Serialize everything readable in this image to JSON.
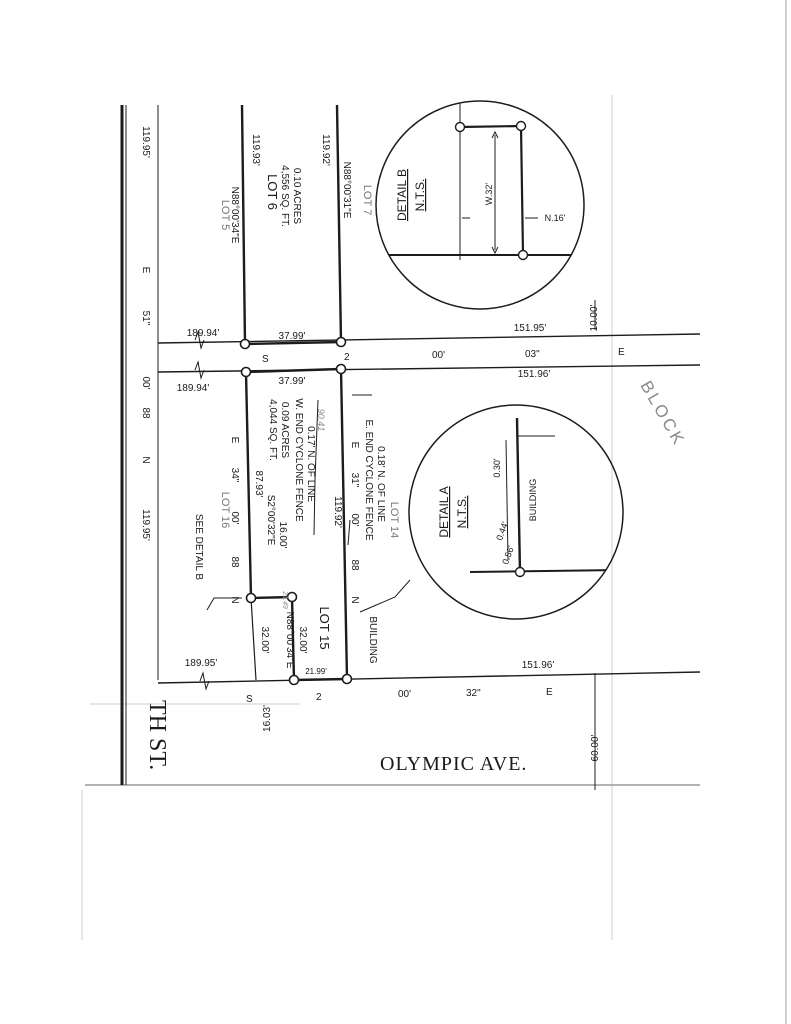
{
  "streets": {
    "olympic": "OLYMPIC AVE.",
    "side": "TH ST."
  },
  "top_bearing": {
    "n": "N",
    "deg": "88",
    "min": "00'",
    "sec": "51\"",
    "e": "E"
  },
  "top_lengths": {
    "west": "119.95'",
    "east": "119.95'"
  },
  "line_a": {
    "left": "189.94'",
    "mid": "37.99'",
    "right": "151.95'"
  },
  "line_b": {
    "left": "189.94'",
    "mid": "37.99'",
    "right": "151.96'"
  },
  "line_b_bearing": {
    "s": "S",
    "deg": "2",
    "min": "00'",
    "sec": "03\"",
    "e": "E"
  },
  "line_c": {
    "left": "189.95'",
    "mid": "21.99'",
    "right": "151.96'"
  },
  "line_c_bearing": {
    "s": "S",
    "deg": "2",
    "min": "00'",
    "sec": "32\"",
    "e": "E"
  },
  "lot5": {
    "label": "LOT 5",
    "bearing": "N88°00'34\"E",
    "dist": "119.93'"
  },
  "lot6": {
    "label": "LOT 6",
    "area": "4,556 SQ. FT.",
    "acres": "0.10 ACRES"
  },
  "lot7": {
    "label": "LOT 7",
    "bearing": "N88°00'31\"E",
    "dist": "119.92'"
  },
  "lot16": {
    "label": "LOT 16",
    "n": "N",
    "deg": "88",
    "min": "00'",
    "sec": "34\"",
    "e": "E",
    "dist": "87.93'",
    "area": "4,044 SQ. FT.",
    "acres": "0.09 ACRES",
    "jog_bearing": "S2°00'32\"E",
    "jog_dist": "16.00'"
  },
  "lot15": {
    "label": "LOT 15",
    "bearing": "N88°00'34\"E",
    "dist_w": "32.00'",
    "dist_e": "32.00'"
  },
  "lot14": {
    "label": "LOT 14",
    "n": "N",
    "deg": "88",
    "min": "00'",
    "sec": "31\"",
    "e": "E",
    "dist": "119.92'"
  },
  "fence_w": {
    "l1": "W. END CYCLONE FENCE",
    "l2": "0.17' N. OF LINE"
  },
  "fence_e": {
    "l1": "E. END CYCLONE FENCE",
    "l2": "0.18' N. OF LINE"
  },
  "handwriting": {
    "h1": "90.41",
    "h2": "21.49"
  },
  "labels": {
    "see_detail_b": "SEE DETAIL B",
    "building": "BUILDING",
    "dim_16_03": "16.03'",
    "dim_10_00": "10.00'",
    "dim_60_00": "60.00'",
    "block": "BLOCK"
  },
  "detail_a": {
    "title": "DETAIL A",
    "scale": "N.T.S.",
    "d1": "0.30'",
    "d2": "0.44'",
    "d3": "0.56'",
    "building": "BUILDING"
  },
  "detail_b": {
    "title": "DETAIL B",
    "scale": "N.T.S.",
    "w": "W.32'",
    "n": "N.16'"
  }
}
